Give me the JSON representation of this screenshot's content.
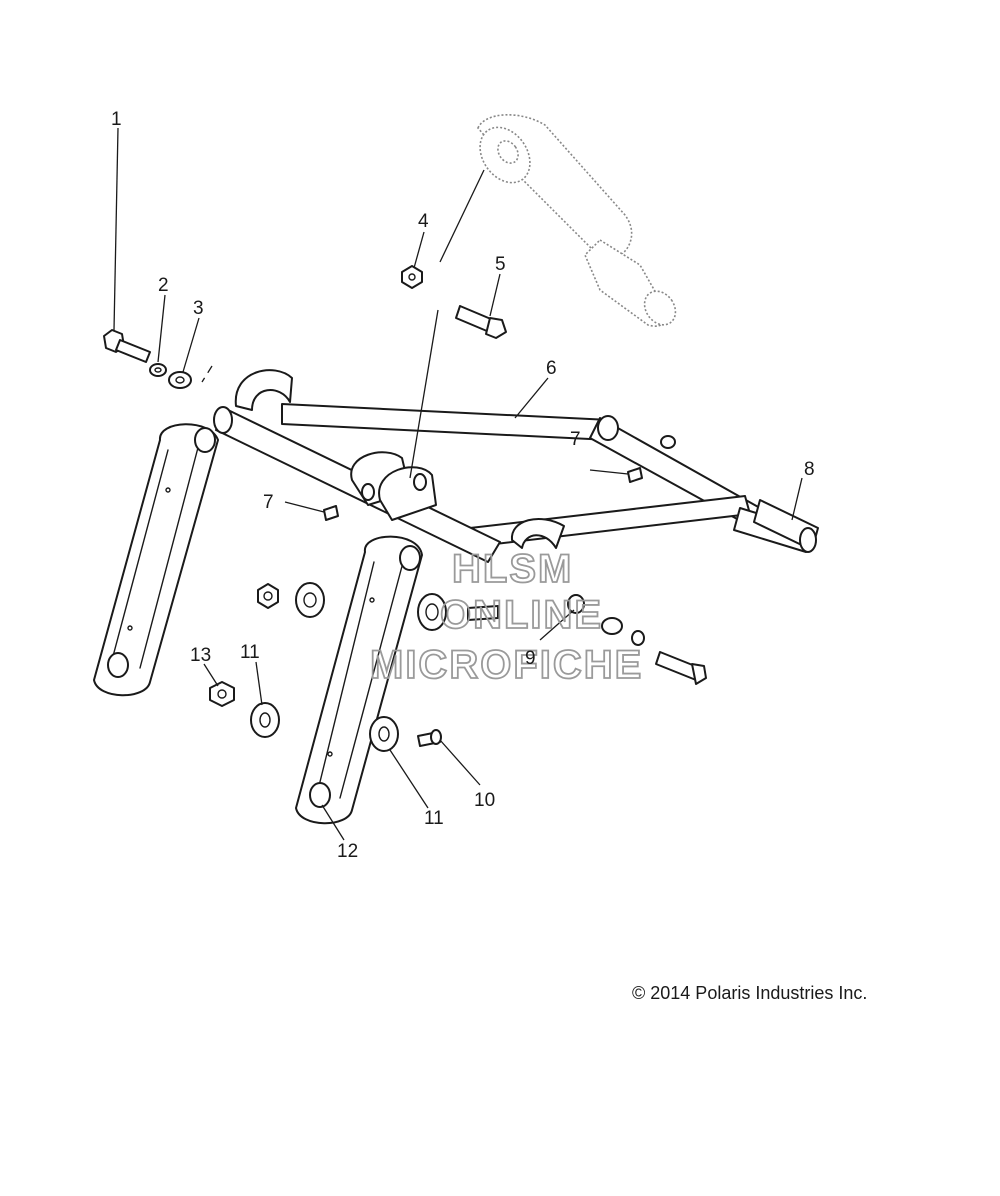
{
  "diagram": {
    "callouts": [
      "1",
      "2",
      "3",
      "4",
      "5",
      "6",
      "7",
      "7",
      "8",
      "9",
      "10",
      "11",
      "11",
      "12",
      "13"
    ],
    "watermark": [
      "HLSM",
      "ONLINE",
      "MICROFICHE"
    ],
    "copyright": "© 2014 Polaris Industries Inc."
  }
}
